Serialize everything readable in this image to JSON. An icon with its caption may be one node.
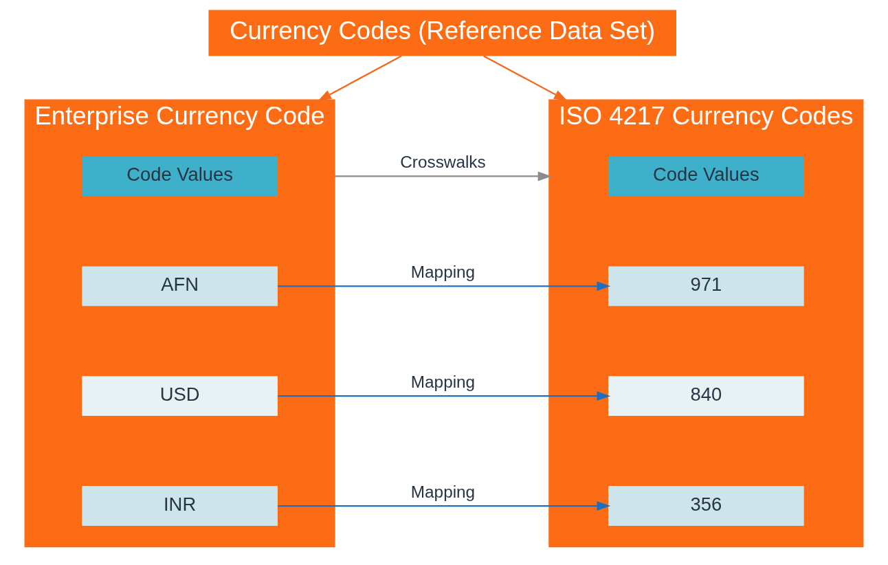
{
  "diagram": {
    "nodes": [
      {
        "text": [
          "Currency Codes (Reference Data Set)"
        ]
      },
      {
        "text": [
          "Enterprise Currency Code"
        ]
      },
      {
        "text": [
          "Code Values"
        ],
        "in": 1
      },
      {
        "text": [
          "AFN"
        ],
        "in": 1
      },
      {
        "text": [
          "USD"
        ],
        "in": 1
      },
      {
        "text": [
          "INR"
        ],
        "in": 1
      },
      {
        "text": [
          "ISO 4217 Currency Codes"
        ]
      },
      {
        "text": [
          "Code Values"
        ],
        "in": 6
      },
      {
        "text": [
          "971"
        ],
        "in": 6
      },
      {
        "text": [
          "840"
        ],
        "in": 6
      },
      {
        "text": [
          "356"
        ],
        "in": 6
      }
    ],
    "edges": [
      {
        "from": 0,
        "to": 1,
        "arrow": "to",
        "color": "#f26b1d"
      },
      {
        "from": 0,
        "to": 6,
        "arrow": "to",
        "color": "#f26b1d"
      },
      {
        "from": 1,
        "to": 6,
        "label": "Crosswalks",
        "arrow": "to",
        "color": "#8c8c8c"
      },
      {
        "from": 3,
        "to": 8,
        "label": "Mapping",
        "arrow": "to",
        "color": "#1f6fbf"
      },
      {
        "from": 4,
        "to": 9,
        "label": "Mapping",
        "arrow": "to",
        "color": "#1f6fbf"
      },
      {
        "from": 5,
        "to": 10,
        "label": "Mapping",
        "arrow": "to",
        "color": "#1f6fbf"
      }
    ]
  }
}
